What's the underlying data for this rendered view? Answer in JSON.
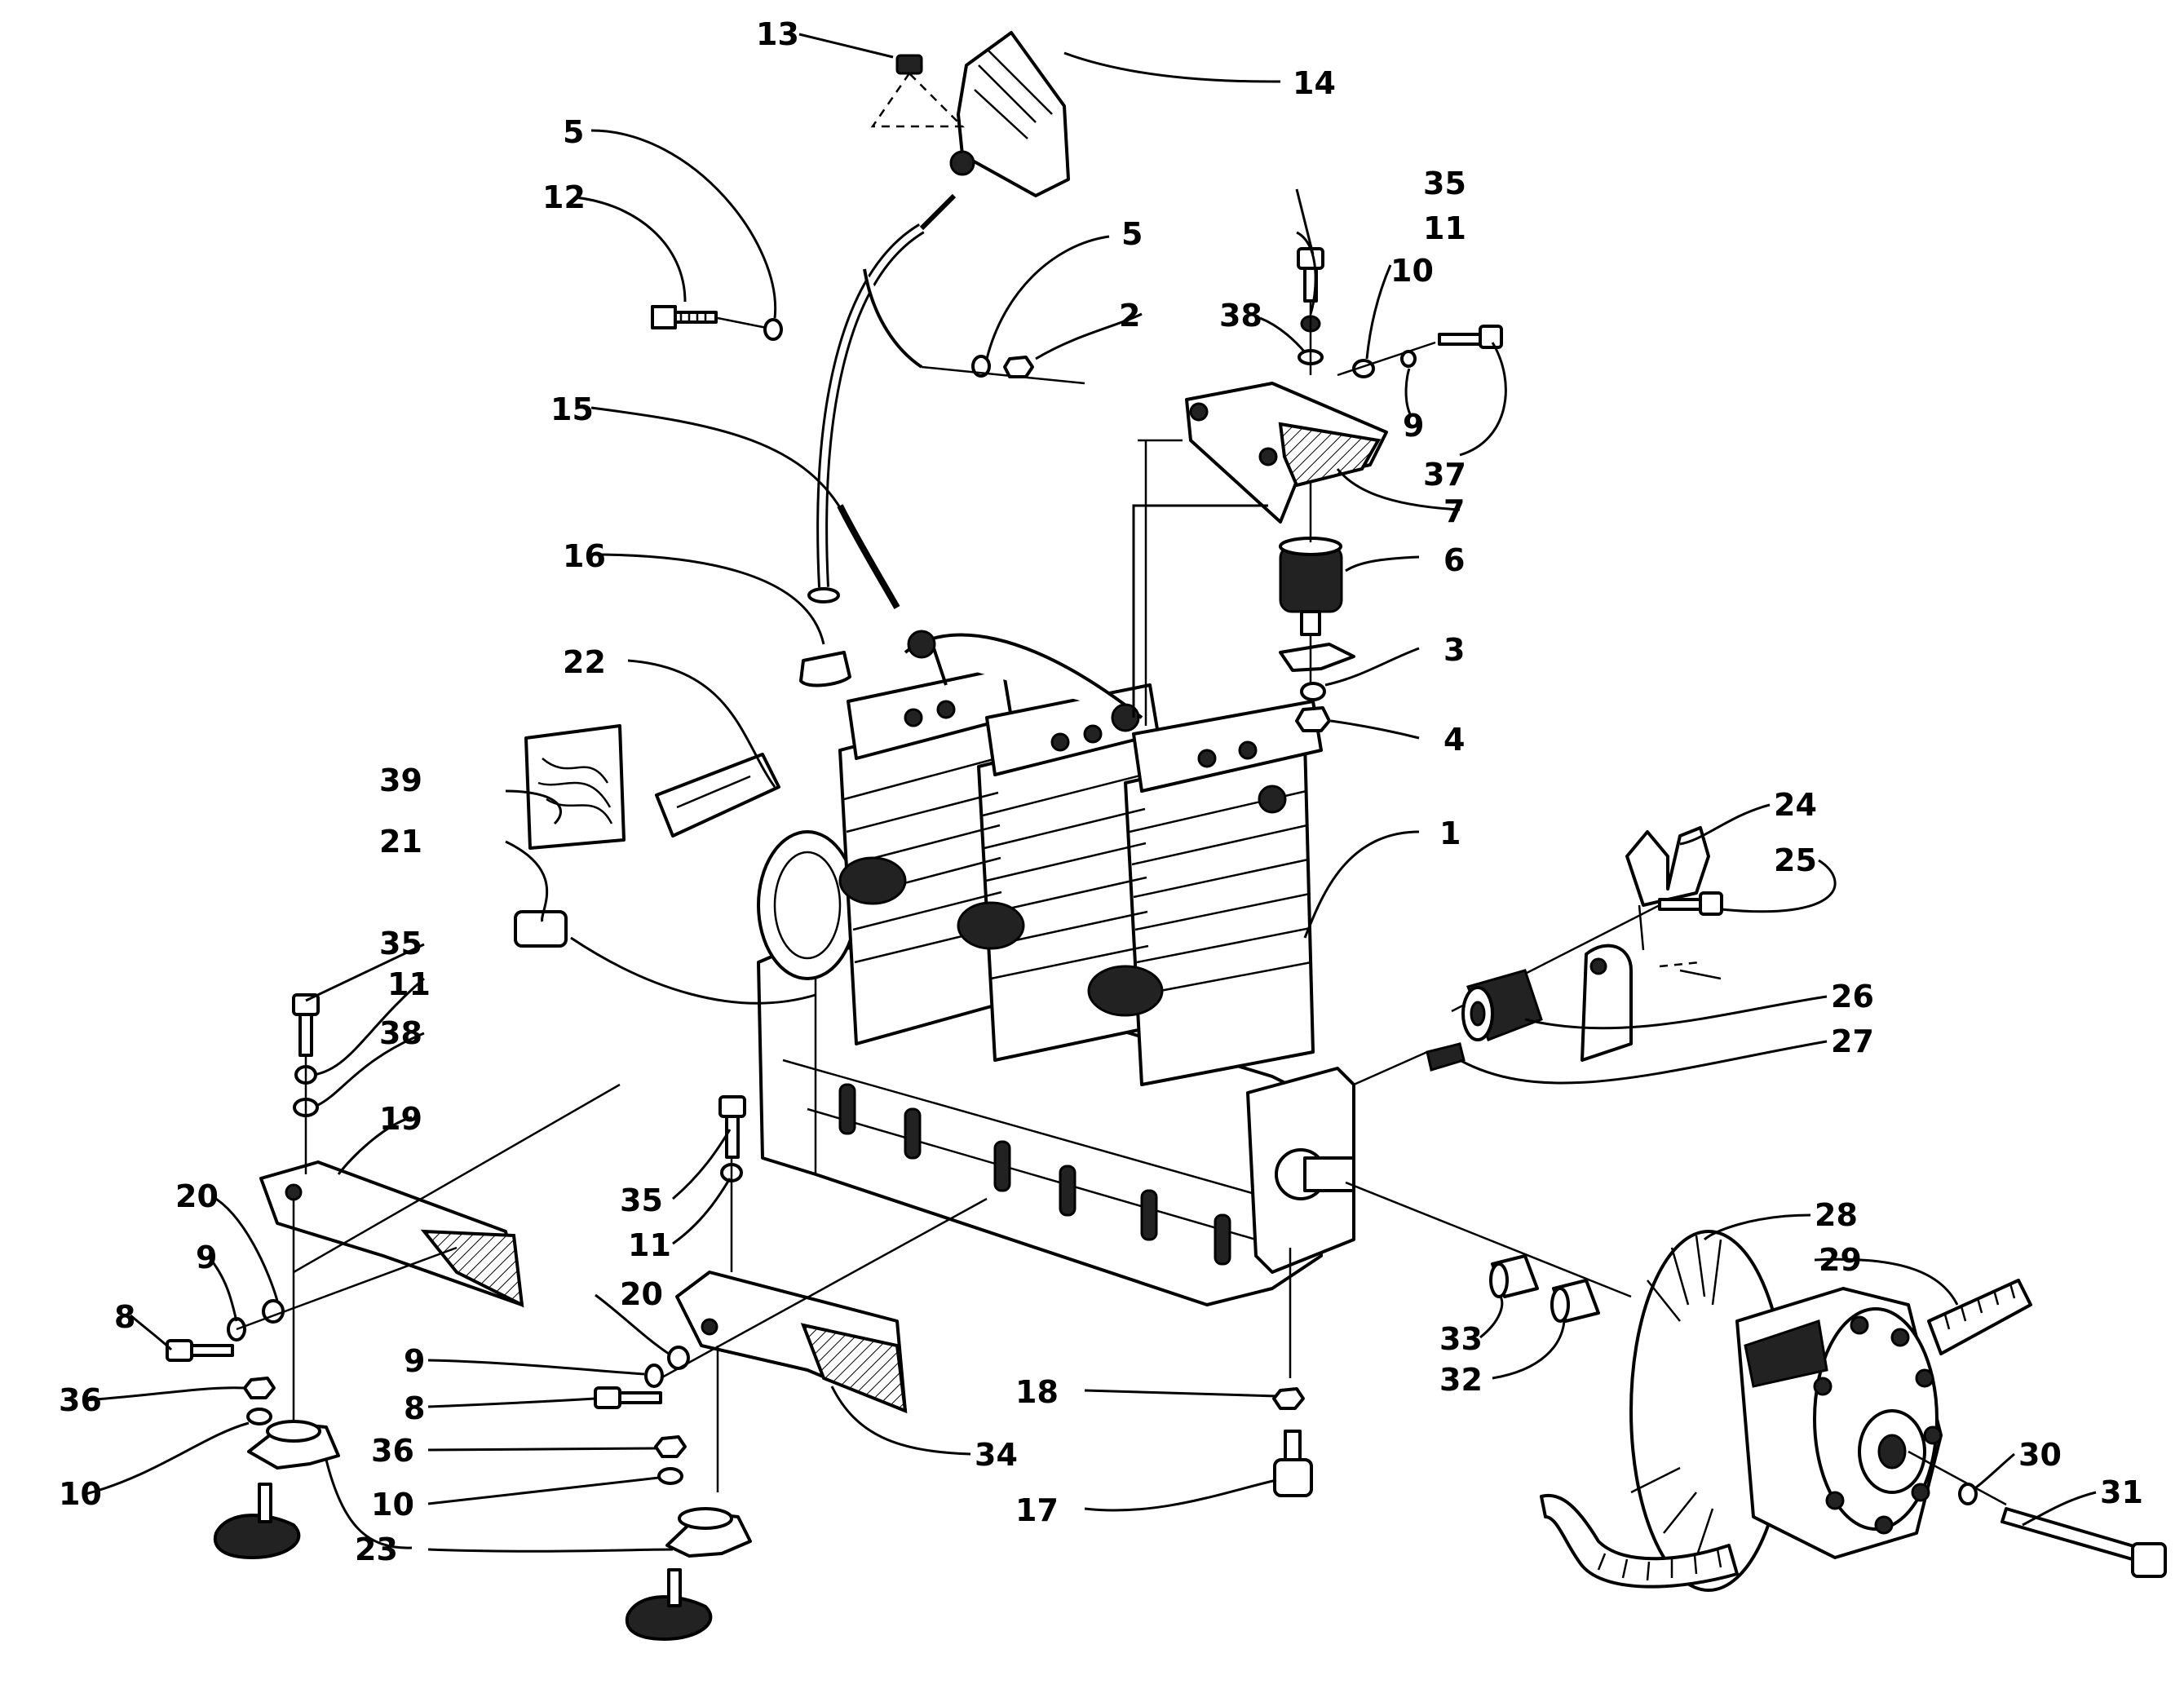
{
  "labels": {
    "p1": "1",
    "p2": "2",
    "p3": "3",
    "p4": "4",
    "p5a": "5",
    "p5b": "5",
    "p6": "6",
    "p7": "7",
    "p8a": "8",
    "p8b": "8",
    "p9a": "9",
    "p9b": "9",
    "p9c": "9",
    "p10a": "10",
    "p10b": "10",
    "p10c": "10",
    "p11a": "11",
    "p11b": "11",
    "p11c": "11",
    "p12": "12",
    "p13": "13",
    "p14": "14",
    "p15": "15",
    "p16": "16",
    "p17": "17",
    "p18": "18",
    "p19": "19",
    "p20a": "20",
    "p20b": "20",
    "p21": "21",
    "p22": "22",
    "p23": "23",
    "p24": "24",
    "p25": "25",
    "p26": "26",
    "p27": "27",
    "p28": "28",
    "p29": "29",
    "p30": "30",
    "p31": "31",
    "p32": "32",
    "p33": "33",
    "p34": "34",
    "p35a": "35",
    "p35b": "35",
    "p35c": "35",
    "p36a": "36",
    "p36b": "36",
    "p37": "37",
    "p38a": "38",
    "p38b": "38",
    "p39": "39"
  }
}
